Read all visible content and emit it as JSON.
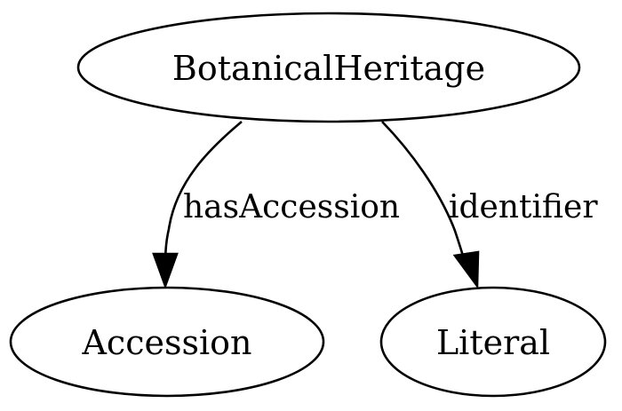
{
  "diagram": {
    "nodes": {
      "botanical_heritage": {
        "label": "BotanicalHeritage"
      },
      "accession": {
        "label": "Accession"
      },
      "literal": {
        "label": "Literal"
      }
    },
    "edges": {
      "has_accession": {
        "label": "hasAccession",
        "from": "BotanicalHeritage",
        "to": "Accession"
      },
      "identifier": {
        "label": "identifier",
        "from": "BotanicalHeritage",
        "to": "Literal"
      }
    },
    "colors": {
      "stroke": "#000000",
      "background": "#ffffff"
    }
  }
}
